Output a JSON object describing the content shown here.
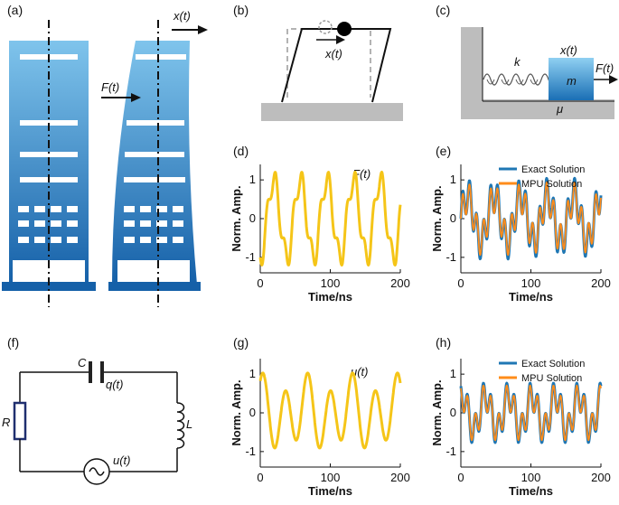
{
  "panels": {
    "a": {
      "label": "(a)",
      "x_label": "x(t)",
      "f_label": "F(t)"
    },
    "b": {
      "label": "(b)",
      "x_label": "x(t)"
    },
    "c": {
      "label": "(c)",
      "k_label": "k",
      "x_label": "x(t)",
      "m_label": "m",
      "f_label": "F(t)",
      "mu_label": "μ"
    },
    "f": {
      "label": "(f)",
      "c_label": "C",
      "q_label": "q(t)",
      "r_label": "R",
      "l_label": "L",
      "u_label": "u(t)"
    }
  },
  "colors": {
    "blue": "#1f77b4",
    "orange": "#ff8c1a",
    "yellow": "#f5c518",
    "building": "#2a8fd4"
  },
  "chart_data": [
    {
      "id": "d",
      "label": "(d)",
      "type": "line",
      "annotation": "F(t)",
      "xlabel": "Time/ns",
      "ylabel": "Norm. Amp.",
      "xlim": [
        0,
        200
      ],
      "ylim": [
        -1.4,
        1.4
      ],
      "xticks": [
        "0",
        "100",
        "200"
      ],
      "yticks": [
        "-1",
        "0",
        "1"
      ],
      "series": [
        {
          "color": "#f5c518",
          "f1": 0.0263,
          "a1": 1.0,
          "f2": 0.0789,
          "a2": 0.3,
          "phase": -1.5708
        }
      ]
    },
    {
      "id": "e",
      "label": "(e)",
      "type": "line",
      "xlabel": "Time/ns",
      "ylabel": "Norm. Amp.",
      "xlim": [
        0,
        200
      ],
      "ylim": [
        -1.4,
        1.4
      ],
      "xticks": [
        "0",
        "100",
        "200"
      ],
      "yticks": [
        "-1",
        "0",
        "1"
      ],
      "series": [
        {
          "name": "Exact Solution",
          "color": "#1f77b4",
          "f1": 0.0263,
          "a1": 0.6,
          "f2": 0.1,
          "a2": 0.45,
          "phase": 0.0,
          "scale": 1.0
        },
        {
          "name": "MPU Solution",
          "color": "#ff8c1a",
          "f1": 0.0263,
          "a1": 0.6,
          "f2": 0.1,
          "a2": 0.45,
          "phase": 0.0,
          "scale": 0.9
        }
      ]
    },
    {
      "id": "g",
      "label": "(g)",
      "type": "line",
      "annotation": "u(t)",
      "xlabel": "Time/ns",
      "ylabel": "Norm. Amp.",
      "xlim": [
        0,
        200
      ],
      "ylim": [
        -1.4,
        1.4
      ],
      "xticks": [
        "0",
        "100",
        "200"
      ],
      "yticks": [
        "-1",
        "0",
        "1"
      ],
      "series": [
        {
          "color": "#f5c518",
          "f1": 0.0312,
          "a1": 0.8,
          "f2": 0.0156,
          "a2": 0.25,
          "phase": 0.8
        }
      ]
    },
    {
      "id": "h",
      "label": "(h)",
      "type": "line",
      "xlabel": "Time/ns",
      "ylabel": "Norm. Amp.",
      "xlim": [
        0,
        200
      ],
      "ylim": [
        -1.4,
        1.4
      ],
      "xticks": [
        "0",
        "100",
        "200"
      ],
      "yticks": [
        "-1",
        "0",
        "1"
      ],
      "series": [
        {
          "name": "Exact Solution",
          "color": "#1f77b4",
          "f1": 0.03,
          "a1": 0.45,
          "f2": 0.09,
          "a2": 0.4,
          "phase": 1.2,
          "scale": 1.0
        },
        {
          "name": "MPU Solution",
          "color": "#ff8c1a",
          "f1": 0.03,
          "a1": 0.45,
          "f2": 0.09,
          "a2": 0.4,
          "phase": 1.2,
          "scale": 0.92
        }
      ]
    }
  ]
}
